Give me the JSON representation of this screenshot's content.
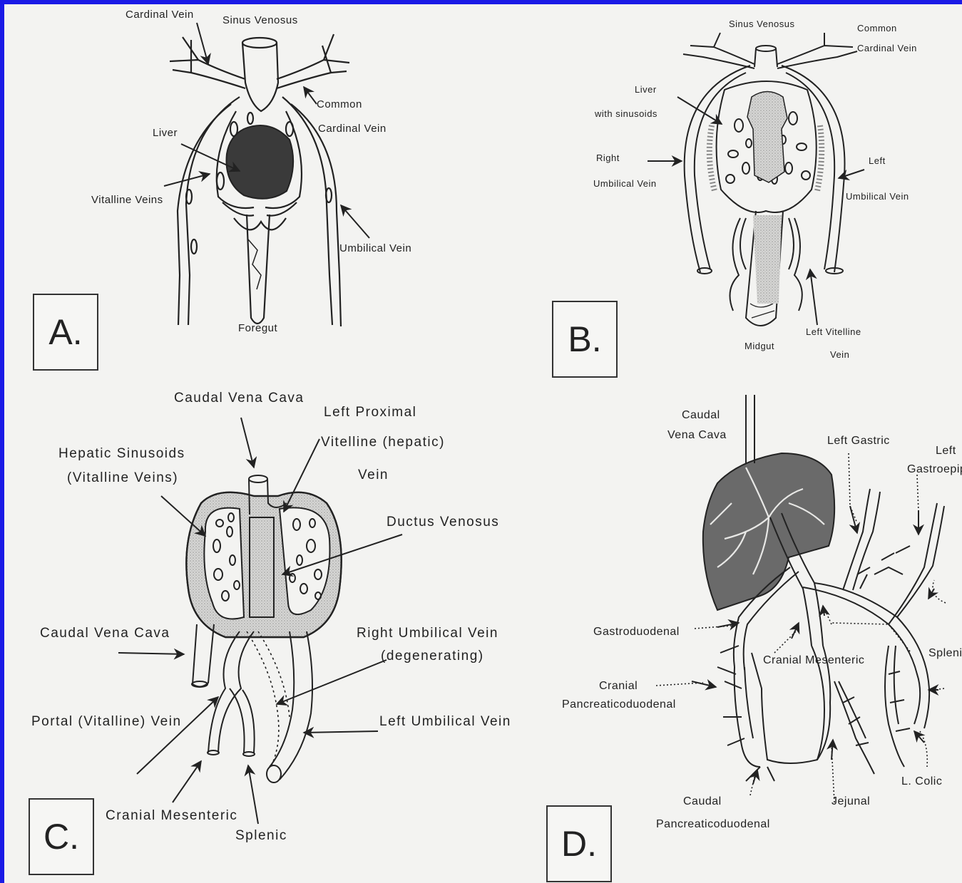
{
  "panels": {
    "a": {
      "id": "A.",
      "labels": {
        "cardinal_vein": "Cardinal Vein",
        "sinus_venosus": "Sinus Venosus",
        "liver": "Liver",
        "common": "Common",
        "cardinal_vein2": "Cardinal Vein",
        "vitelline_veins": "Vitalline Veins",
        "umbilical_vein": "Umbilical Vein",
        "foregut": "Foregut"
      }
    },
    "b": {
      "id": "B.",
      "labels": {
        "sinus_venosus": "Sinus Venosus",
        "common": "Common",
        "cardinal_vein": "Cardinal Vein",
        "liver": "Liver",
        "with_sinusoids": "with sinusoids",
        "right": "Right",
        "umbilical_vein_r": "Umbilical Vein",
        "left": "Left",
        "umbilical_vein_l": "Umbilical Vein",
        "left_vitelline": "Left Vitelline",
        "vein": "Vein",
        "midgut": "Midgut"
      }
    },
    "c": {
      "id": "C.",
      "labels": {
        "caudal_vena_cava_top": "Caudal Vena Cava",
        "left_proximal": "Left Proximal",
        "vitelline_hepatic": "Vitelline (hepatic)",
        "vein": "Vein",
        "hepatic_sinusoids": "Hepatic Sinusoids",
        "vitalline_veins": "(Vitalline Veins)",
        "ductus_venosus": "Ductus Venosus",
        "caudal_vena_cava": "Caudal Vena Cava",
        "right_umbilical": "Right Umbilical Vein",
        "degenerating": "(degenerating)",
        "portal_vein": "Portal (Vitalline) Vein",
        "left_umbilical": "Left Umbilical Vein",
        "cranial_mesenteric": "Cranial Mesenteric",
        "splenic": "Splenic"
      }
    },
    "d": {
      "id": "D.",
      "labels": {
        "caudal": "Caudal",
        "vena_cava": "Vena Cava",
        "left_gastric": "Left Gastric",
        "left": "Left",
        "gastroepip": "Gastroepip",
        "gastroduodenal": "Gastroduodenal",
        "cranial_mesenteric": "Cranial Mesenteric",
        "splenic": "Splenic",
        "cranial": "Cranial",
        "pancreaticoduodenal": "Pancreaticoduodenal",
        "l_colic": "L. Colic",
        "caudal2": "Caudal",
        "pancreaticoduodenal2": "Pancreaticoduodenal",
        "jejunal": "Jejunal"
      }
    }
  },
  "colors": {
    "frame": "#1a1ae6",
    "paper": "#f3f3f1",
    "ink": "#222222",
    "liver_fill": "#3a3a3a",
    "stipple": "#c8c8c8"
  }
}
